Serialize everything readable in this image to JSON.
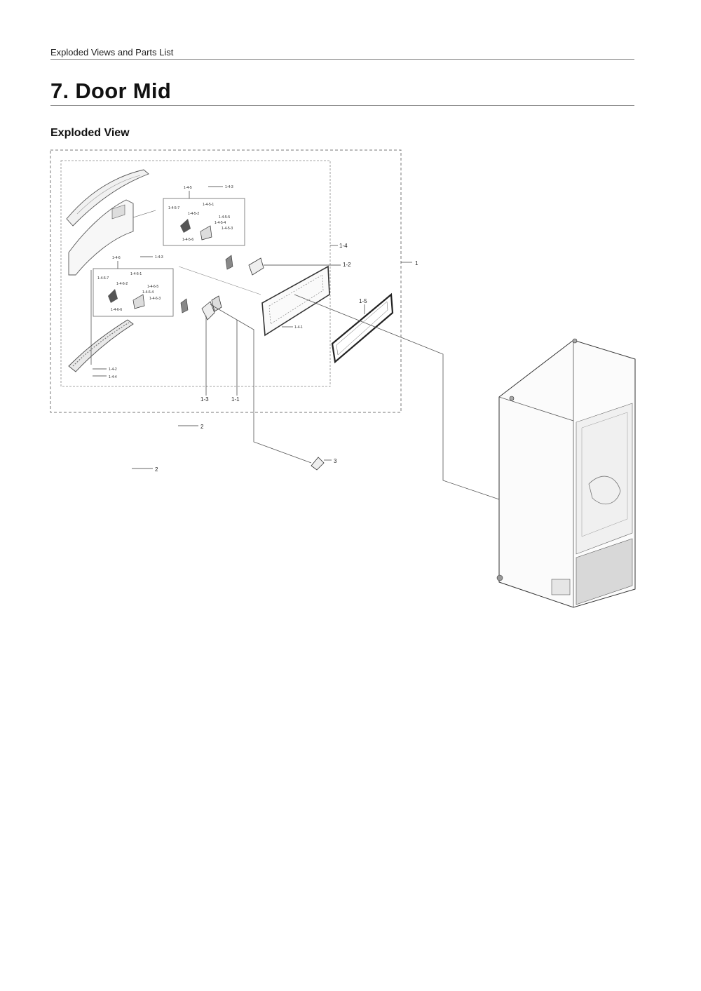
{
  "header": {
    "running_title": "Exploded Views and Parts List"
  },
  "chapter": {
    "title": "7.  Door Mid"
  },
  "section": {
    "title": "Exploded View"
  },
  "diagram": {
    "callouts": {
      "c1": "1",
      "c1_1": "1-1",
      "c1_2": "1-2",
      "c1_3": "1-3",
      "c1_4": "1-4",
      "c1_5": "1-5",
      "c1_4_1": "1-4-1",
      "c1_4_2": "1-4-2",
      "c1_4_3_a": "1-4-3",
      "c1_4_3_b": "1-4-3",
      "c1_4_4": "1-4-4",
      "c1_4_5": "1-4-5",
      "c1_4_5_1": "1-4-5-1",
      "c1_4_5_2": "1-4-5-2",
      "c1_4_5_3": "1-4-5-3",
      "c1_4_5_4": "1-4-5-4",
      "c1_4_5_5": "1-4-5-5",
      "c1_4_5_6": "1-4-5-6",
      "c1_4_5_7": "1-4-5-7",
      "c1_4_6": "1-4-6",
      "c1_4_6_1": "1-4-6-1",
      "c1_4_6_2": "1-4-6-2",
      "c1_4_6_3": "1-4-6-3",
      "c1_4_6_4": "1-4-6-4",
      "c1_4_6_5": "1-4-6-5",
      "c1_4_6_6": "1-4-6-6",
      "c1_4_6_7": "1-4-6-7",
      "c2_a": "2",
      "c2_b": "2",
      "c3": "3"
    }
  }
}
